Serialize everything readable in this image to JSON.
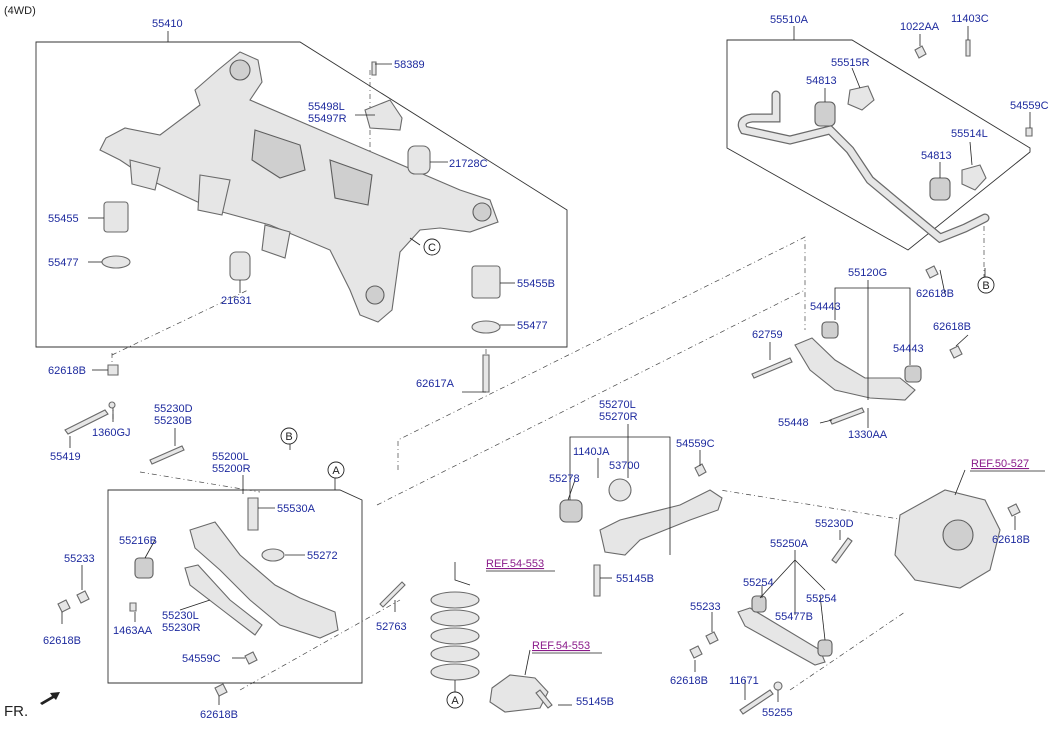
{
  "header": {
    "variant": "(4WD)"
  },
  "footer": {
    "front_mark": "FR."
  },
  "colors": {
    "label": "#1d2a9e",
    "reference": "#8a1a8a",
    "line": "#222222",
    "part_fill": "#e6e6e6"
  },
  "icons": [
    "front-arrow-icon",
    "callout-circle-icon"
  ],
  "labels": {
    "p55410": "55410",
    "p58389": "58389",
    "p55498L": "55498L",
    "p55497R": "55497R",
    "p21728C": "21728C",
    "p55455": "55455",
    "p55477a": "55477",
    "p21631": "21631",
    "p55455B": "55455B",
    "p55477b": "55477",
    "p62618B_a": "62618B",
    "p62617A": "62617A",
    "p1360GJ": "1360GJ",
    "p55419": "55419",
    "p55230D_a": "55230D",
    "p55230B": "55230B",
    "p55200L": "55200L",
    "p55200R": "55200R",
    "p55530A": "55530A",
    "p55216B": "55216B",
    "p55272": "55272",
    "p55233_a": "55233",
    "p62618B_b": "62618B",
    "p55230L": "55230L",
    "p55230R": "55230R",
    "p1463AA": "1463AA",
    "p54559C_a": "54559C",
    "p62618B_c": "62618B",
    "p52763": "52763",
    "p55510A": "55510A",
    "p1022AA": "1022AA",
    "p11403C": "11403C",
    "p55515R": "55515R",
    "p54813a": "54813",
    "p54559C_b": "54559C",
    "p55514L": "55514L",
    "p54813b": "54813",
    "p55120G": "55120G",
    "p54443a": "54443",
    "p62618B_d": "62618B",
    "p62759": "62759",
    "p62618B_e": "62618B",
    "p54443b": "54443",
    "p55448": "55448",
    "p1330AA": "1330AA",
    "p55270L": "55270L",
    "p55270R": "55270R",
    "p1140JA": "1140JA",
    "p54559C_c": "54559C",
    "p55278": "55278",
    "p53700": "53700",
    "p55145B_a": "55145B",
    "pREF50": "REF.50-527",
    "p62618B_f": "62618B",
    "p55230D_b": "55230D",
    "p55250A": "55250A",
    "p55254a": "55254",
    "p55254b": "55254",
    "p55233_b": "55233",
    "p55477B": "55477B",
    "p62618B_g": "62618B",
    "p11671": "11671",
    "p55255": "55255",
    "pREF54a": "REF.54-553",
    "pREF54b": "REF.54-553",
    "p55145B_b": "55145B"
  },
  "callouts": {
    "A1": "A",
    "A2": "A",
    "B1": "B",
    "B2": "B",
    "C1": "C"
  }
}
